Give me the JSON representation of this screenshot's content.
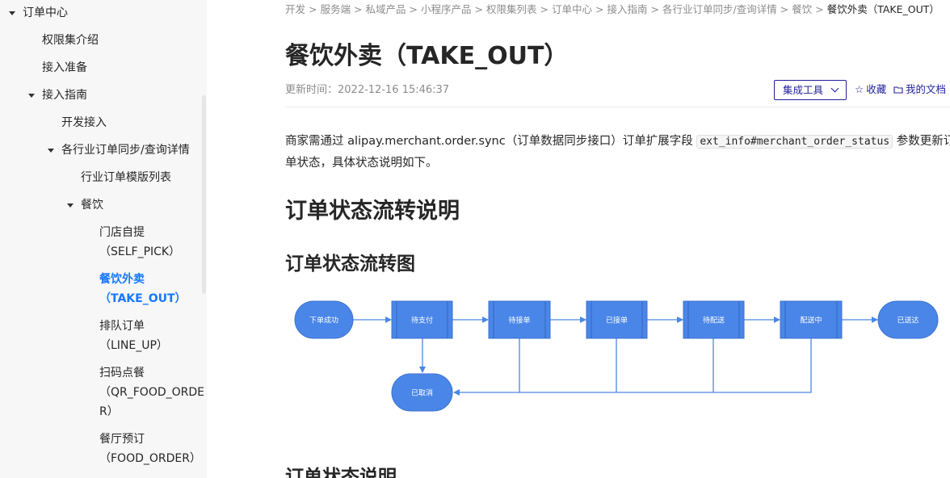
{
  "sidebar": {
    "items": [
      {
        "label": "订单中心"
      },
      {
        "label": "权限集介绍"
      },
      {
        "label": "接入准备"
      },
      {
        "label": "接入指南"
      },
      {
        "label": "开发接入"
      },
      {
        "label": "各行业订单同步/查询详情"
      },
      {
        "label": "行业订单模版列表"
      },
      {
        "label": "餐饮"
      },
      {
        "label_line1": "门店自提",
        "label_line2": "（SELF_PICK）"
      },
      {
        "label_line1": "餐饮外卖",
        "label_line2": "（TAKE_OUT）"
      },
      {
        "label_line1": "排队订单",
        "label_line2": "（LINE_UP）"
      },
      {
        "label_line1": "扫码点餐",
        "label_line2": "（QR_FOOD_ORDE",
        "label_line3": "R）"
      },
      {
        "label_line1": "餐厅预订",
        "label_line2": "（FOOD_ORDER）"
      }
    ]
  },
  "breadcrumb": {
    "items": [
      "开发",
      "服务端",
      "私域产品",
      "小程序产品",
      "权限集列表",
      "订单中心",
      "接入指南",
      "各行业订单同步/查询详情",
      "餐饮"
    ],
    "current": "餐饮外卖（TAKE_OUT）",
    "separator": ">"
  },
  "page": {
    "title": "餐饮外卖（TAKE_OUT）",
    "update_time": "更新时间：2022-12-16 15:46:37"
  },
  "toolbar": {
    "tools_label": "集成工具",
    "favorite_label": "收藏",
    "mydocs_label": "我的文档"
  },
  "content": {
    "para_before": "商家需通过 alipay.merchant.order.sync（订单数据同步接口）订单扩展字段 ",
    "para_code": "ext_info#merchant_order_status",
    "para_after": " 参数更新订单状态，具体状态说明如下。",
    "h2": "订单状态流转说明",
    "h3": "订单状态流转图",
    "h3_next": "订单状态说明"
  },
  "diagram": {
    "nodes": {
      "start": "下单成功",
      "pay": "待支付",
      "accept": "待接单",
      "accepted": "已接单",
      "deliver": "待配送",
      "delivering": "配送中",
      "done": "已送达",
      "cancel": "已取消"
    },
    "colors": {
      "fill": "#4a86e8",
      "stroke": "#3c73cf",
      "line": "#4a86e8"
    }
  }
}
